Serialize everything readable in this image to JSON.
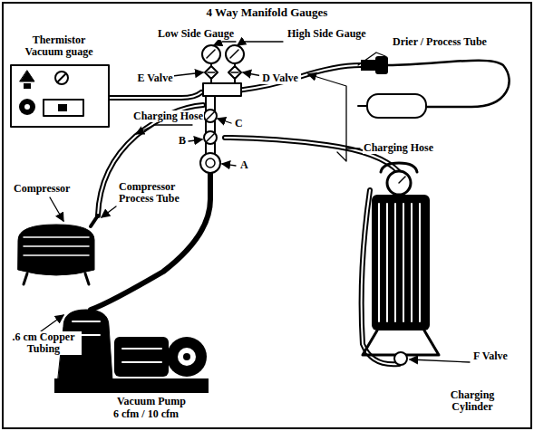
{
  "diagram": {
    "title": "4 Way Manifold Gauges",
    "labels": [
      "Low Side Gauge",
      "High Side Gauge",
      "Thermistor Vacuum guage",
      "E Valve",
      "D Valve",
      "Drier / Process Tube",
      "Charging Hose",
      "C",
      "Charging Hose",
      "B",
      "A",
      "Compressor",
      "Compressor Process Tube",
      ".6 cm Copper Tubing",
      "Vacuum Pump",
      "6 cfm / 10 cfm",
      "F Valve",
      "Charging Cylinder"
    ]
  }
}
